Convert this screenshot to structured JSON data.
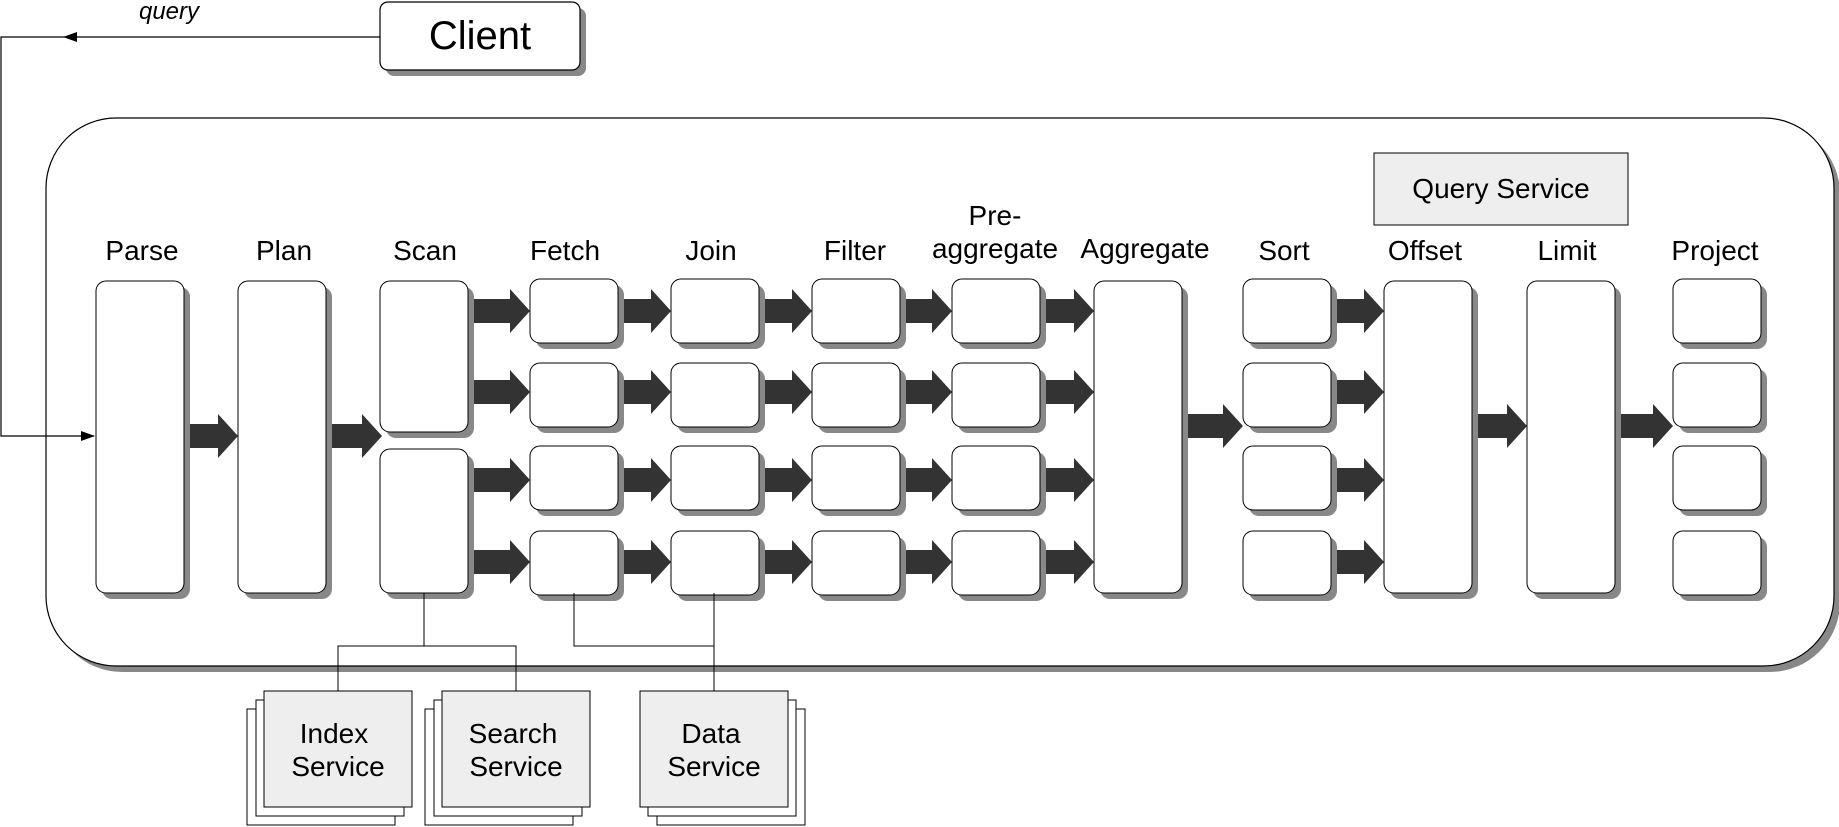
{
  "client": {
    "label": "Client"
  },
  "query_label": "query",
  "query_service": {
    "label": "Query Service"
  },
  "stage_labels": {
    "parse": "Parse",
    "plan": "Plan",
    "scan": "Scan",
    "fetch": "Fetch",
    "join": "Join",
    "filter": "Filter",
    "preaggregate": [
      "Pre-",
      "aggregate"
    ],
    "aggregate": "Aggregate",
    "sort": "Sort",
    "offset": "Offset",
    "limit": "Limit",
    "project": "Project"
  },
  "services": {
    "index": [
      "Index",
      "Service"
    ],
    "search": [
      "Search",
      "Service"
    ],
    "data": [
      "Data",
      "Service"
    ]
  },
  "colors": {
    "arrow": "#333333",
    "shadow": "#888888",
    "service_box": "#eeeeee",
    "line": "#000000"
  }
}
